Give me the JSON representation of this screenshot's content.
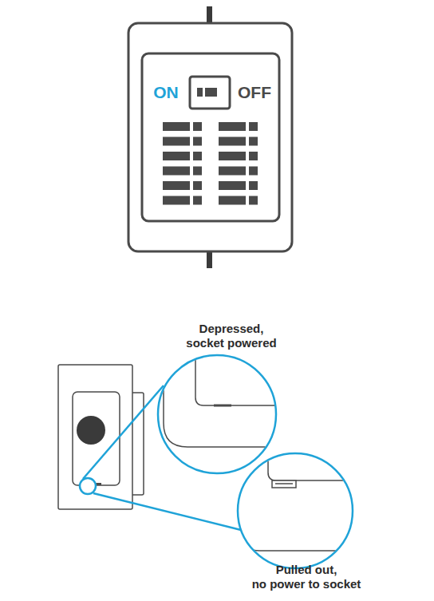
{
  "diagram": {
    "labels": [
      "ON",
      "OFF",
      "Depressed, socket powered",
      "Pulled out, no power to socket"
    ]
  }
}
